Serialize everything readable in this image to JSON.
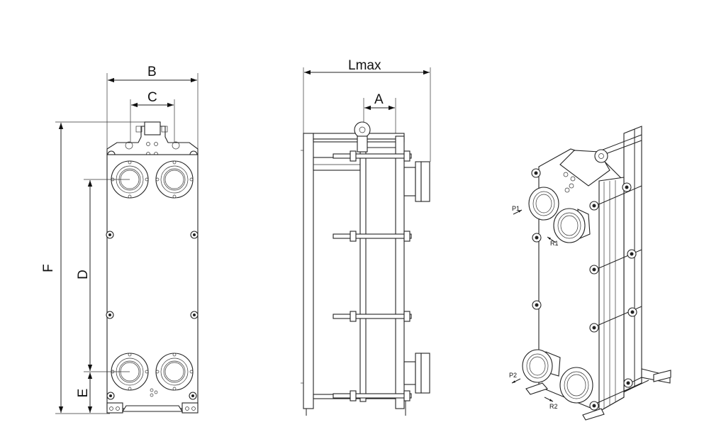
{
  "front_view": {
    "dimensions": {
      "B": "B",
      "C": "C",
      "F": "F",
      "D": "D",
      "E": "E"
    }
  },
  "side_view": {
    "dimensions": {
      "Lmax": "Lmax",
      "A": "A"
    }
  },
  "iso_view": {
    "ports": {
      "P1": "P1",
      "R1": "R1",
      "P2": "P2",
      "R2": "R2"
    }
  },
  "colors": {
    "line": "#222222",
    "background": "#ffffff"
  }
}
